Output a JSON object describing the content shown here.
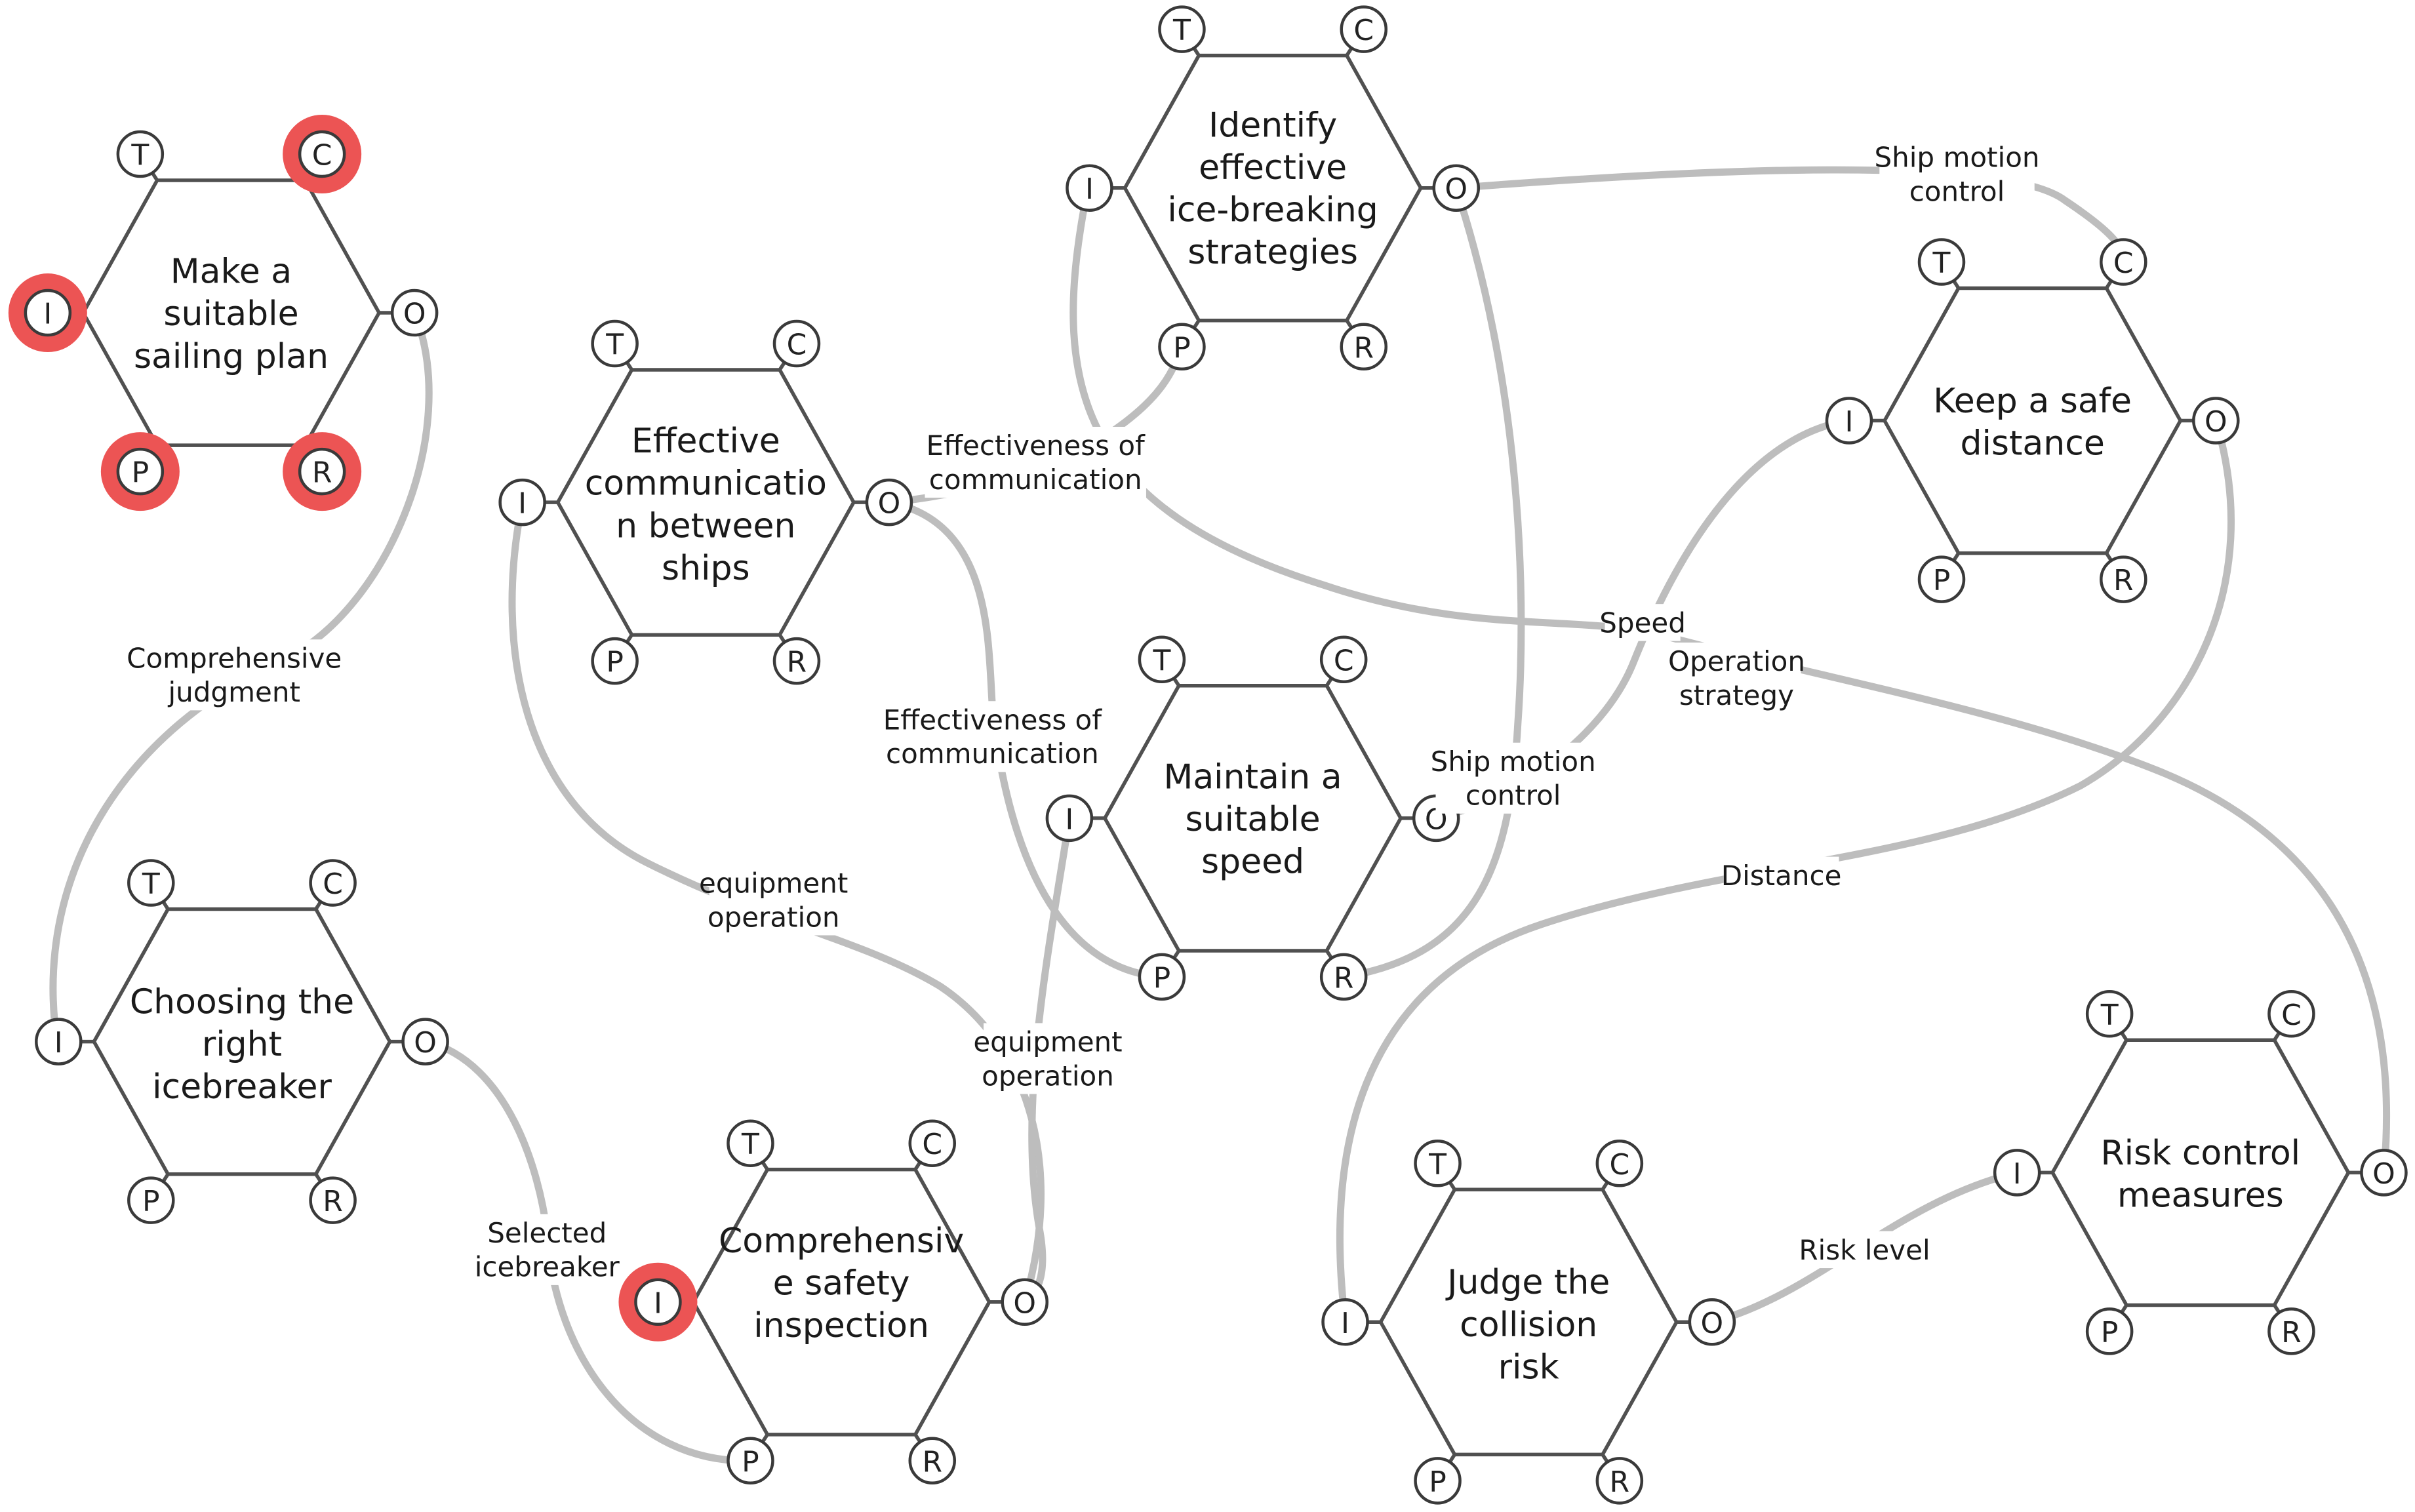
{
  "diagram": {
    "port_highlight_color": "#ec5454",
    "edge_color": "#bdbdbd",
    "functions": [
      {
        "id": "make-plan",
        "lines": [
          "Make a",
          "suitable",
          "sailing plan"
        ],
        "highlighted": [
          "C",
          "I",
          "P",
          "R"
        ]
      },
      {
        "id": "effective-communication",
        "lines": [
          "Effective",
          "communicatio",
          "n between",
          "ships"
        ],
        "highlighted": []
      },
      {
        "id": "identify-strategies",
        "lines": [
          "Identify",
          "effective",
          "ice-breaking",
          "strategies"
        ],
        "highlighted": []
      },
      {
        "id": "keep-distance",
        "lines": [
          "Keep a safe",
          "distance"
        ],
        "highlighted": []
      },
      {
        "id": "choose-icebreaker",
        "lines": [
          "Choosing the",
          "right",
          "icebreaker"
        ],
        "highlighted": []
      },
      {
        "id": "maintain-speed",
        "lines": [
          "Maintain a",
          "suitable",
          "speed"
        ],
        "highlighted": []
      },
      {
        "id": "safety-inspection",
        "lines": [
          "Comprehensiv",
          "e safety",
          "inspection"
        ],
        "highlighted": [
          "I"
        ]
      },
      {
        "id": "risk-control",
        "lines": [
          "Risk control",
          "measures"
        ],
        "highlighted": []
      },
      {
        "id": "collision-risk",
        "lines": [
          "Judge the",
          "collision",
          "risk"
        ],
        "highlighted": []
      }
    ],
    "edges": [
      {
        "id": "comprehensive-judgment",
        "lines": [
          "Comprehensive",
          "judgment"
        ]
      },
      {
        "id": "selected-icebreaker",
        "lines": [
          "Selected",
          "icebreaker"
        ]
      },
      {
        "id": "effectiveness-to-strategies",
        "lines": [
          "Effectiveness of",
          "communication"
        ]
      },
      {
        "id": "effectiveness-to-speed",
        "lines": [
          "Effectiveness of",
          "communication"
        ]
      },
      {
        "id": "equipment-operation-a",
        "lines": [
          "equipment",
          "operation"
        ]
      },
      {
        "id": "equipment-operation-b",
        "lines": [
          "equipment",
          "operation"
        ]
      },
      {
        "id": "ship-motion-control-a",
        "lines": [
          "Ship motion",
          "control"
        ]
      },
      {
        "id": "ship-motion-control-b",
        "lines": [
          "Ship motion",
          "control"
        ]
      },
      {
        "id": "speed",
        "lines": [
          "Speed"
        ]
      },
      {
        "id": "operation-strategy",
        "lines": [
          "Operation",
          "strategy"
        ]
      },
      {
        "id": "distance",
        "lines": [
          "Distance"
        ]
      },
      {
        "id": "risk-level",
        "lines": [
          "Risk level"
        ]
      },
      {
        "id": "strategies-r-to-speed-r",
        "lines": []
      }
    ]
  }
}
